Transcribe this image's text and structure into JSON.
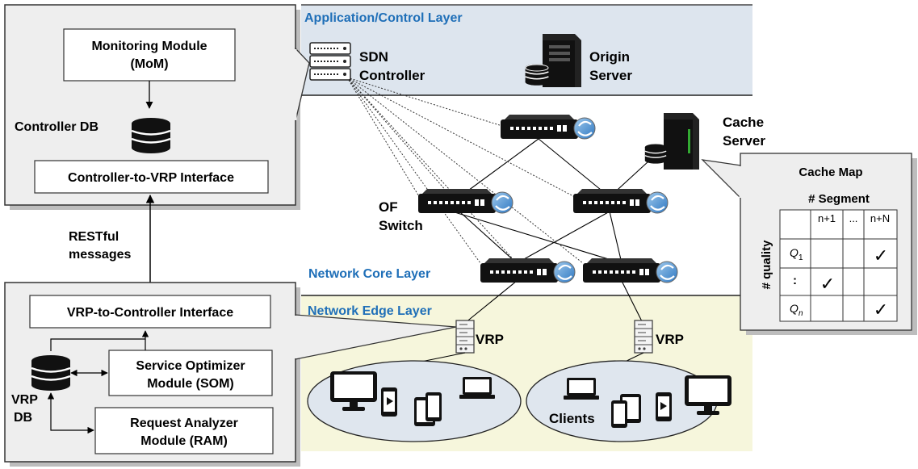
{
  "layers": {
    "application": "Application/Control Layer",
    "core": "Network Core Layer",
    "edge": "Network Edge Layer"
  },
  "controller_panel": {
    "monitoring_line1": "Monitoring Module",
    "monitoring_line2": "(MoM)",
    "db_label": "Controller DB",
    "interface": "Controller-to-VRP Interface"
  },
  "restful_line1": "RESTful",
  "restful_line2": "messages",
  "vrp_panel": {
    "interface": "VRP-to-Controller Interface",
    "som_line1": "Service Optimizer",
    "som_line2": "Module (SOM)",
    "ram_line1": "Request Analyzer",
    "ram_line2": "Module  (RAM)",
    "db_line1": "VRP",
    "db_line2": "DB"
  },
  "sdn_line1": "SDN",
  "sdn_line2": "Controller",
  "origin_line1": "Origin",
  "origin_line2": "Server",
  "cache_line1": "Cache",
  "cache_line2": "Server",
  "of_line1": "OF",
  "of_line2": "Switch",
  "vrp_left": "VRP",
  "vrp_right": "VRP",
  "clients": "Clients",
  "cache_map": {
    "title": "Cache Map",
    "segment_header": "# Segment",
    "quality_header": "# quality",
    "col1": "n+1",
    "col2": "...",
    "col3": "n+N",
    "row1": "Q",
    "row1_sub": "1",
    "row2": ":",
    "row3": "Q",
    "row3_sub": "n",
    "check": "✓"
  },
  "colors": {
    "app_layer": "#dde5ee",
    "edge_layer": "#f6f6dc",
    "panel": "#eeeeee",
    "ellipse": "#dfe6ee",
    "blue_text": "#1f6fb8"
  }
}
